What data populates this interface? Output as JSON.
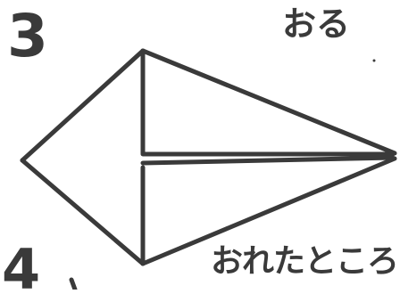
{
  "steps": {
    "step_3": "3",
    "step_4": "4"
  },
  "labels": {
    "fold": "おる",
    "folded_part": "おれたところ"
  },
  "colors": {
    "ink": "#3a3a3a",
    "paper": "#ffffff"
  }
}
